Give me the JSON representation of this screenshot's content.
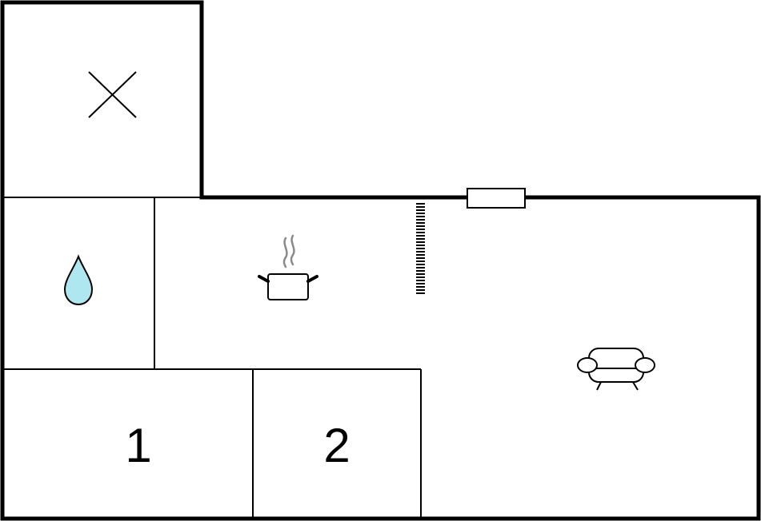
{
  "floorplan": {
    "rooms": [
      {
        "id": "storage",
        "icon": "cross-icon",
        "label": ""
      },
      {
        "id": "bathroom",
        "icon": "water-drop-icon",
        "label": ""
      },
      {
        "id": "kitchen",
        "icon": "cooking-pot-icon",
        "label": ""
      },
      {
        "id": "living-room",
        "icon": "sofa-icon",
        "label": ""
      },
      {
        "id": "bedroom-1",
        "icon": "",
        "label": "1"
      },
      {
        "id": "bedroom-2",
        "icon": "",
        "label": "2"
      }
    ],
    "features": [
      {
        "id": "window",
        "icon": "window-icon"
      },
      {
        "id": "stairs",
        "icon": "stairs-icon"
      }
    ],
    "colors": {
      "wall": "#000000",
      "water": "#aee7f0",
      "steam": "#8a8a8a",
      "background": "#ffffff"
    }
  }
}
